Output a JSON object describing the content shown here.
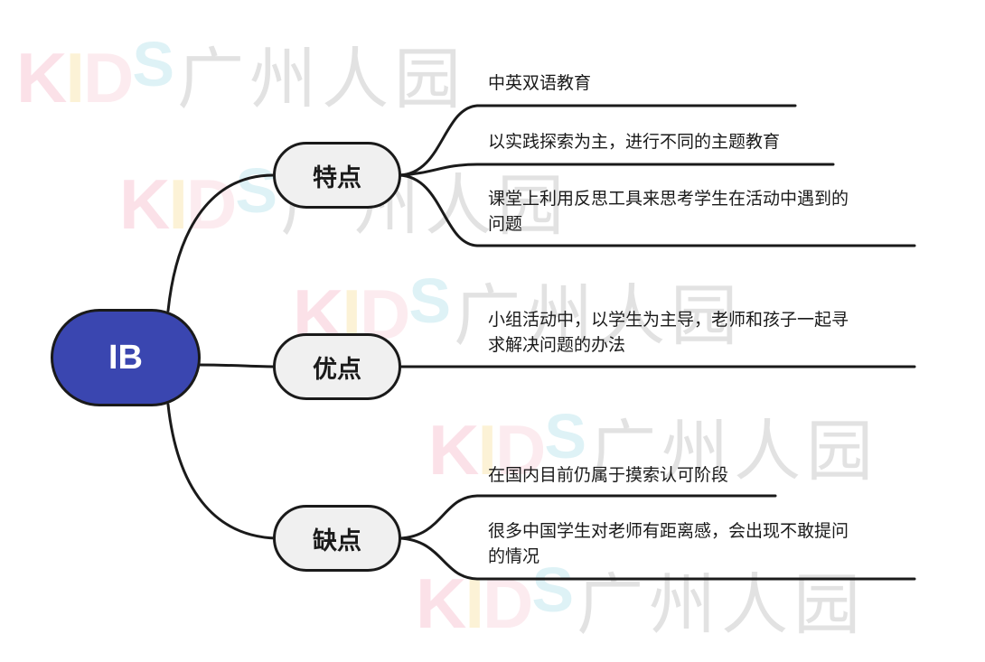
{
  "root": {
    "label": "IB"
  },
  "branches": [
    {
      "label": "特点",
      "leaves": [
        "中英双语教育",
        "以实践探索为主，进行不同的主题教育",
        "课堂上利用反思工具来思考学生在活动中遇到的\n问题"
      ]
    },
    {
      "label": "优点",
      "leaves": [
        "小组活动中，以学生为主导，老师和孩子一起寻\n求解决问题的办法"
      ]
    },
    {
      "label": "缺点",
      "leaves": [
        "在国内目前仍属于摸索认可阶段",
        "很多中国学生对老师有距离感，会出现不敢提问\n的情况"
      ]
    }
  ],
  "watermark": {
    "kids_k": "K",
    "kids_i": "I",
    "kids_d": "D",
    "kids_s": "S",
    "text": "广州人园"
  },
  "colors": {
    "root_fill": "#3a46b0",
    "branch_fill": "#f0f0f0",
    "line": "#1a1a1a"
  }
}
